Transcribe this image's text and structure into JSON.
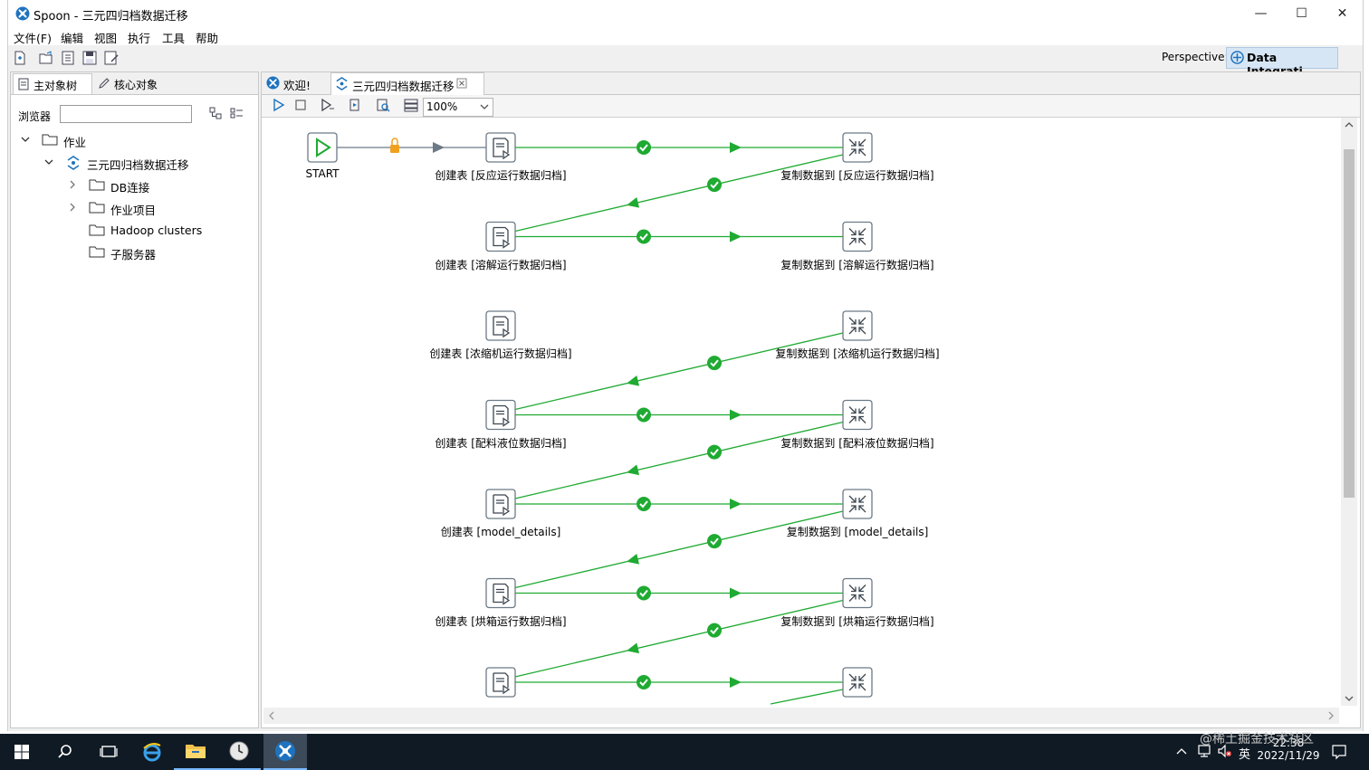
{
  "window": {
    "title": "Spoon - 三元四归档数据迁移",
    "controls": {
      "minimize": "—",
      "maximize": "☐",
      "close": "✕"
    }
  },
  "menu": [
    "文件(F)",
    "编辑",
    "视图",
    "执行",
    "工具",
    "帮助"
  ],
  "perspective": {
    "label": "Perspective:",
    "value": "Data Integrati..."
  },
  "left_panel": {
    "tabs": [
      "主对象树",
      "核心对象"
    ],
    "browser_label": "浏览器",
    "search_value": "",
    "tree": [
      {
        "label": "作业",
        "level": 0,
        "expanded": true,
        "type": "folder"
      },
      {
        "label": "三元四归档数据迁移",
        "level": 1,
        "expanded": true,
        "type": "job"
      },
      {
        "label": "DB连接",
        "level": 2,
        "expanded": false,
        "type": "folder"
      },
      {
        "label": "作业项目",
        "level": 2,
        "expanded": false,
        "type": "folder"
      },
      {
        "label": "Hadoop clusters",
        "level": 2,
        "expanded": null,
        "type": "folder"
      },
      {
        "label": "子服务器",
        "level": 2,
        "expanded": null,
        "type": "folder"
      }
    ]
  },
  "editor": {
    "tabs": [
      {
        "label": "欢迎!",
        "closable": false
      },
      {
        "label": "三元四归档数据迁移",
        "closable": true,
        "active": true
      }
    ],
    "zoom": "100%",
    "start_label": "START",
    "rows": [
      {
        "create": "创建表 [反应运行数据归档]",
        "copy": "复制数据到 [反应运行数据归档]"
      },
      {
        "create": "创建表 [溶解运行数据归档]",
        "copy": "复制数据到 [溶解运行数据归档]"
      },
      {
        "create": "创建表 [浓缩机运行数据归档]",
        "copy": "复制数据到 [浓缩机运行数据归档]"
      },
      {
        "create": "创建表 [配料液位数据归档]",
        "copy": "复制数据到 [配料液位数据归档]"
      },
      {
        "create": "创建表 [model_details]",
        "copy": "复制数据到 [model_details]"
      },
      {
        "create": "创建表 [烘箱运行数据归档]",
        "copy": "复制数据到 [烘箱运行数据归档]"
      },
      {
        "create": "",
        "copy": ""
      }
    ]
  },
  "taskbar": {
    "time": "22:38",
    "date": "2022/11/29",
    "ime": "英"
  },
  "watermark": "@稀土掘金技术社区",
  "colors": {
    "hop_green": "#1faa32",
    "hop_gray": "#6c7a86",
    "lock_orange": "#f0a020",
    "accent_blue": "#1e73be"
  }
}
